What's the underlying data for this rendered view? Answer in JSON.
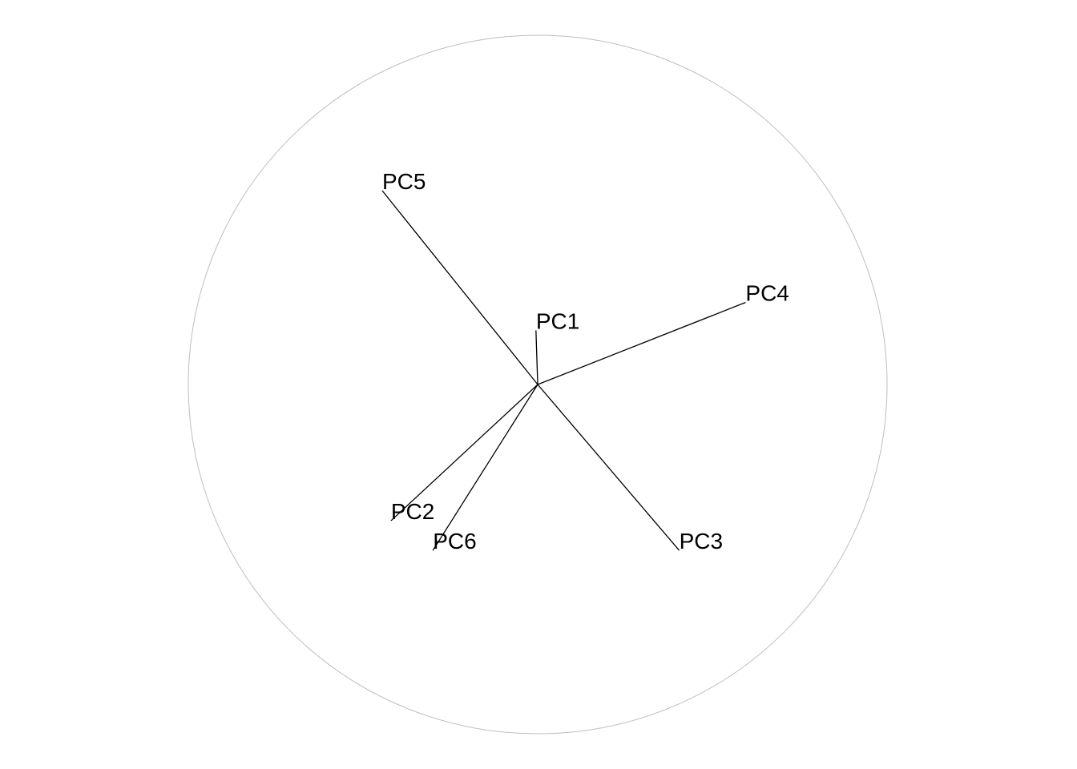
{
  "chart_data": {
    "type": "biplot-correlation-circle",
    "title": "",
    "xlabel": "",
    "ylabel": "",
    "xlim": [
      -1,
      1
    ],
    "ylim": [
      -1,
      1
    ],
    "grid": false,
    "circle_radius": 1,
    "circle_color": "#bebebe",
    "arrow_color": "#000000",
    "vectors": [
      {
        "label": "PC1",
        "x": -0.005,
        "y": 0.155
      },
      {
        "label": "PC2",
        "x": -0.42,
        "y": -0.39
      },
      {
        "label": "PC3",
        "x": 0.405,
        "y": -0.475
      },
      {
        "label": "PC4",
        "x": 0.595,
        "y": 0.235
      },
      {
        "label": "PC5",
        "x": -0.445,
        "y": 0.555
      },
      {
        "label": "PC6",
        "x": -0.3,
        "y": -0.475
      }
    ]
  }
}
